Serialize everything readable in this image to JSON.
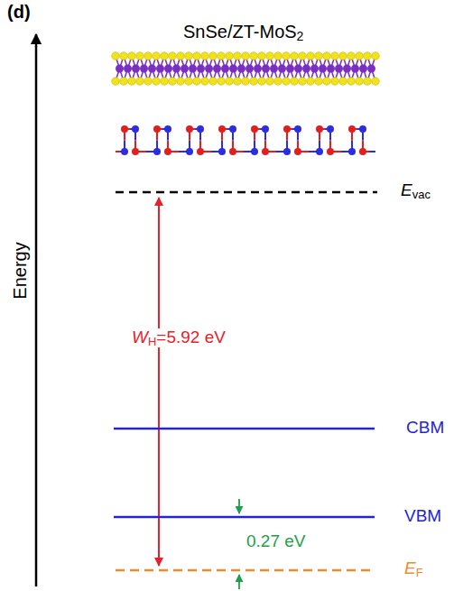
{
  "diagram": {
    "labels": [
      "(d)",
      "SnSe/ZT-MoS",
      "2",
      "Energy",
      "E",
      "vac",
      "W",
      "H",
      "=5.92 eV",
      "CBM",
      "VBM",
      "0.27 eV",
      "E",
      "F"
    ]
  }
}
